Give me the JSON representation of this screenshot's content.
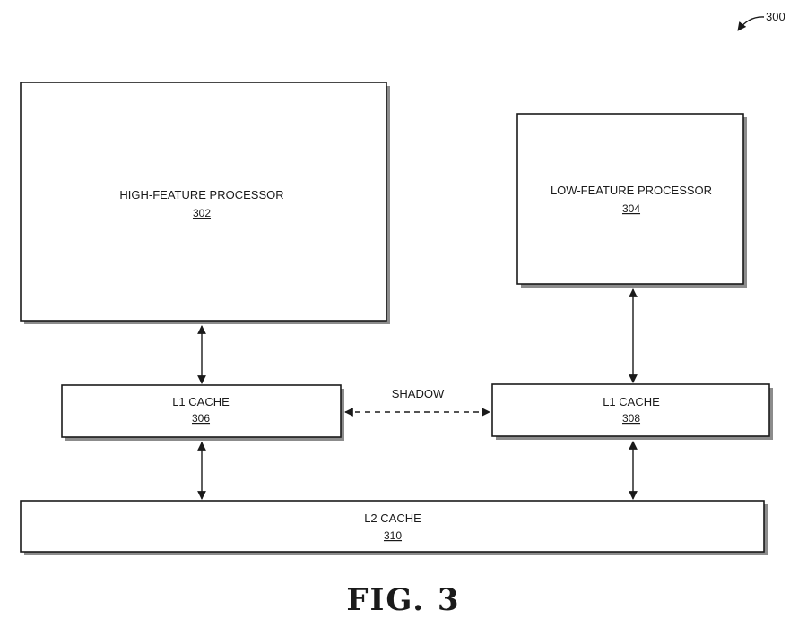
{
  "figure": {
    "ref_number": "300",
    "caption": "FIG. 3"
  },
  "blocks": {
    "high_feature_processor": {
      "label": "HIGH-FEATURE PROCESSOR",
      "ref": "302"
    },
    "low_feature_processor": {
      "label": "LOW-FEATURE PROCESSOR",
      "ref": "304"
    },
    "l1_cache_left": {
      "label": "L1 CACHE",
      "ref": "306"
    },
    "l1_cache_right": {
      "label": "L1 CACHE",
      "ref": "308"
    },
    "l2_cache": {
      "label": "L2  CACHE",
      "ref": "310"
    }
  },
  "connections": {
    "shadow_label": "SHADOW"
  }
}
